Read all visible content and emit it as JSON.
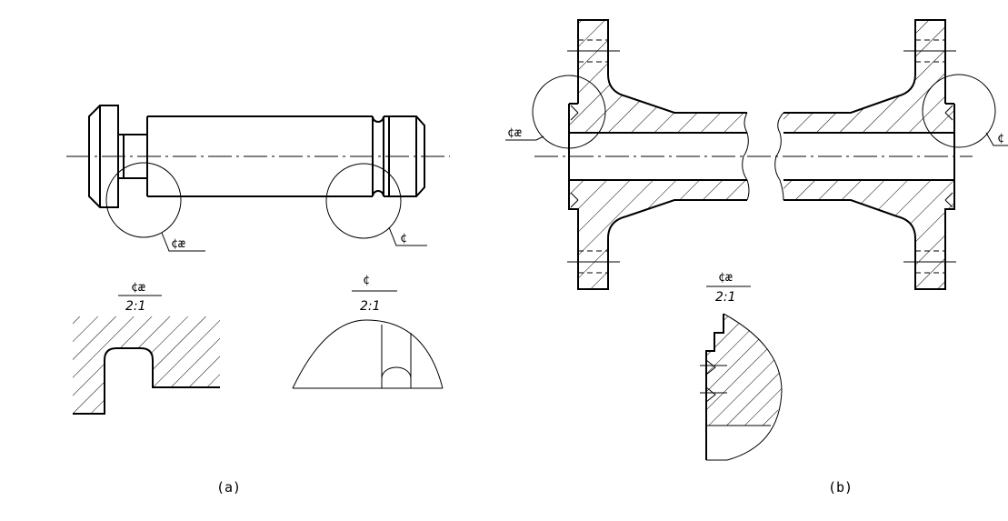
{
  "panel_a": {
    "caption": "(a)",
    "callout_1": "¢æ",
    "callout_2": "¢",
    "detail_1": {
      "label": "¢æ",
      "scale": "2:1"
    },
    "detail_2": {
      "label": "¢",
      "scale": "2:1"
    }
  },
  "panel_b": {
    "caption": "(b)",
    "callout_1": "¢æ",
    "callout_2": "¢",
    "detail_1": {
      "label": "¢æ",
      "scale": "2:1"
    }
  }
}
